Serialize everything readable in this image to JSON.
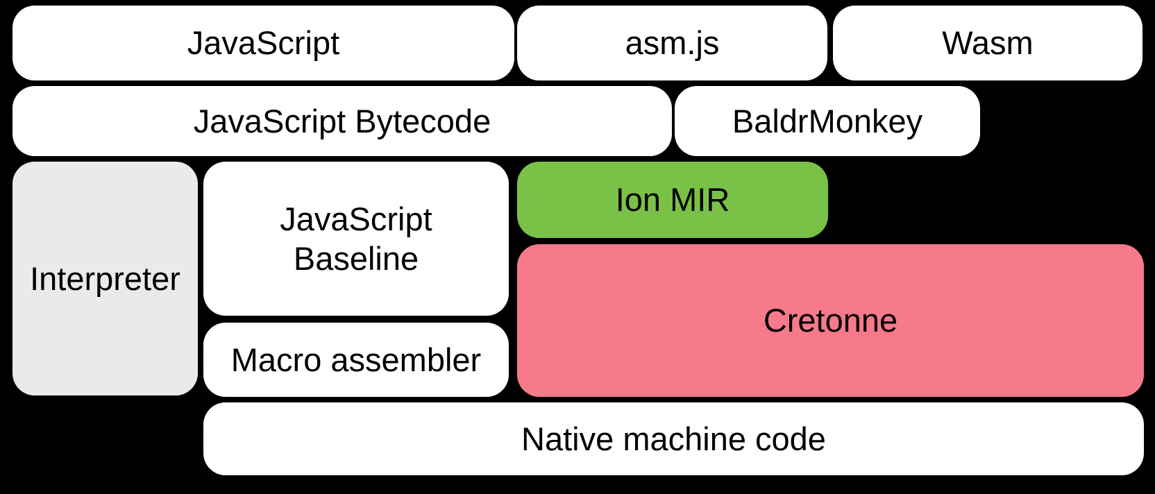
{
  "background": "#000000",
  "text_color": "#000000",
  "colors": {
    "box_default": "#ffffff",
    "interpreter_gray": "#eaeaea",
    "ion_mir_green": "#7ac247",
    "cretonne_pink": "#f67a8a"
  },
  "boxes": [
    {
      "id": "javascript",
      "label": "JavaScript",
      "fill": "#ffffff"
    },
    {
      "id": "asm-js",
      "label": "asm.js",
      "fill": "#ffffff"
    },
    {
      "id": "wasm",
      "label": "Wasm",
      "fill": "#ffffff"
    },
    {
      "id": "javascript-bytecode",
      "label": "JavaScript Bytecode",
      "fill": "#ffffff"
    },
    {
      "id": "baldrmonkey",
      "label": "BaldrMonkey",
      "fill": "#ffffff"
    },
    {
      "id": "interpreter",
      "label": "Interpreter",
      "fill": "#eaeaea"
    },
    {
      "id": "javascript-baseline",
      "label": "JavaScript\nBaseline",
      "fill": "#ffffff"
    },
    {
      "id": "ion-mir",
      "label": "Ion MIR",
      "fill": "#7ac247"
    },
    {
      "id": "cretonne",
      "label": "Cretonne",
      "fill": "#f67a8a"
    },
    {
      "id": "macro-assembler",
      "label": "Macro assembler",
      "fill": "#ffffff"
    },
    {
      "id": "native-machine-code",
      "label": "Native machine code",
      "fill": "#ffffff"
    }
  ]
}
